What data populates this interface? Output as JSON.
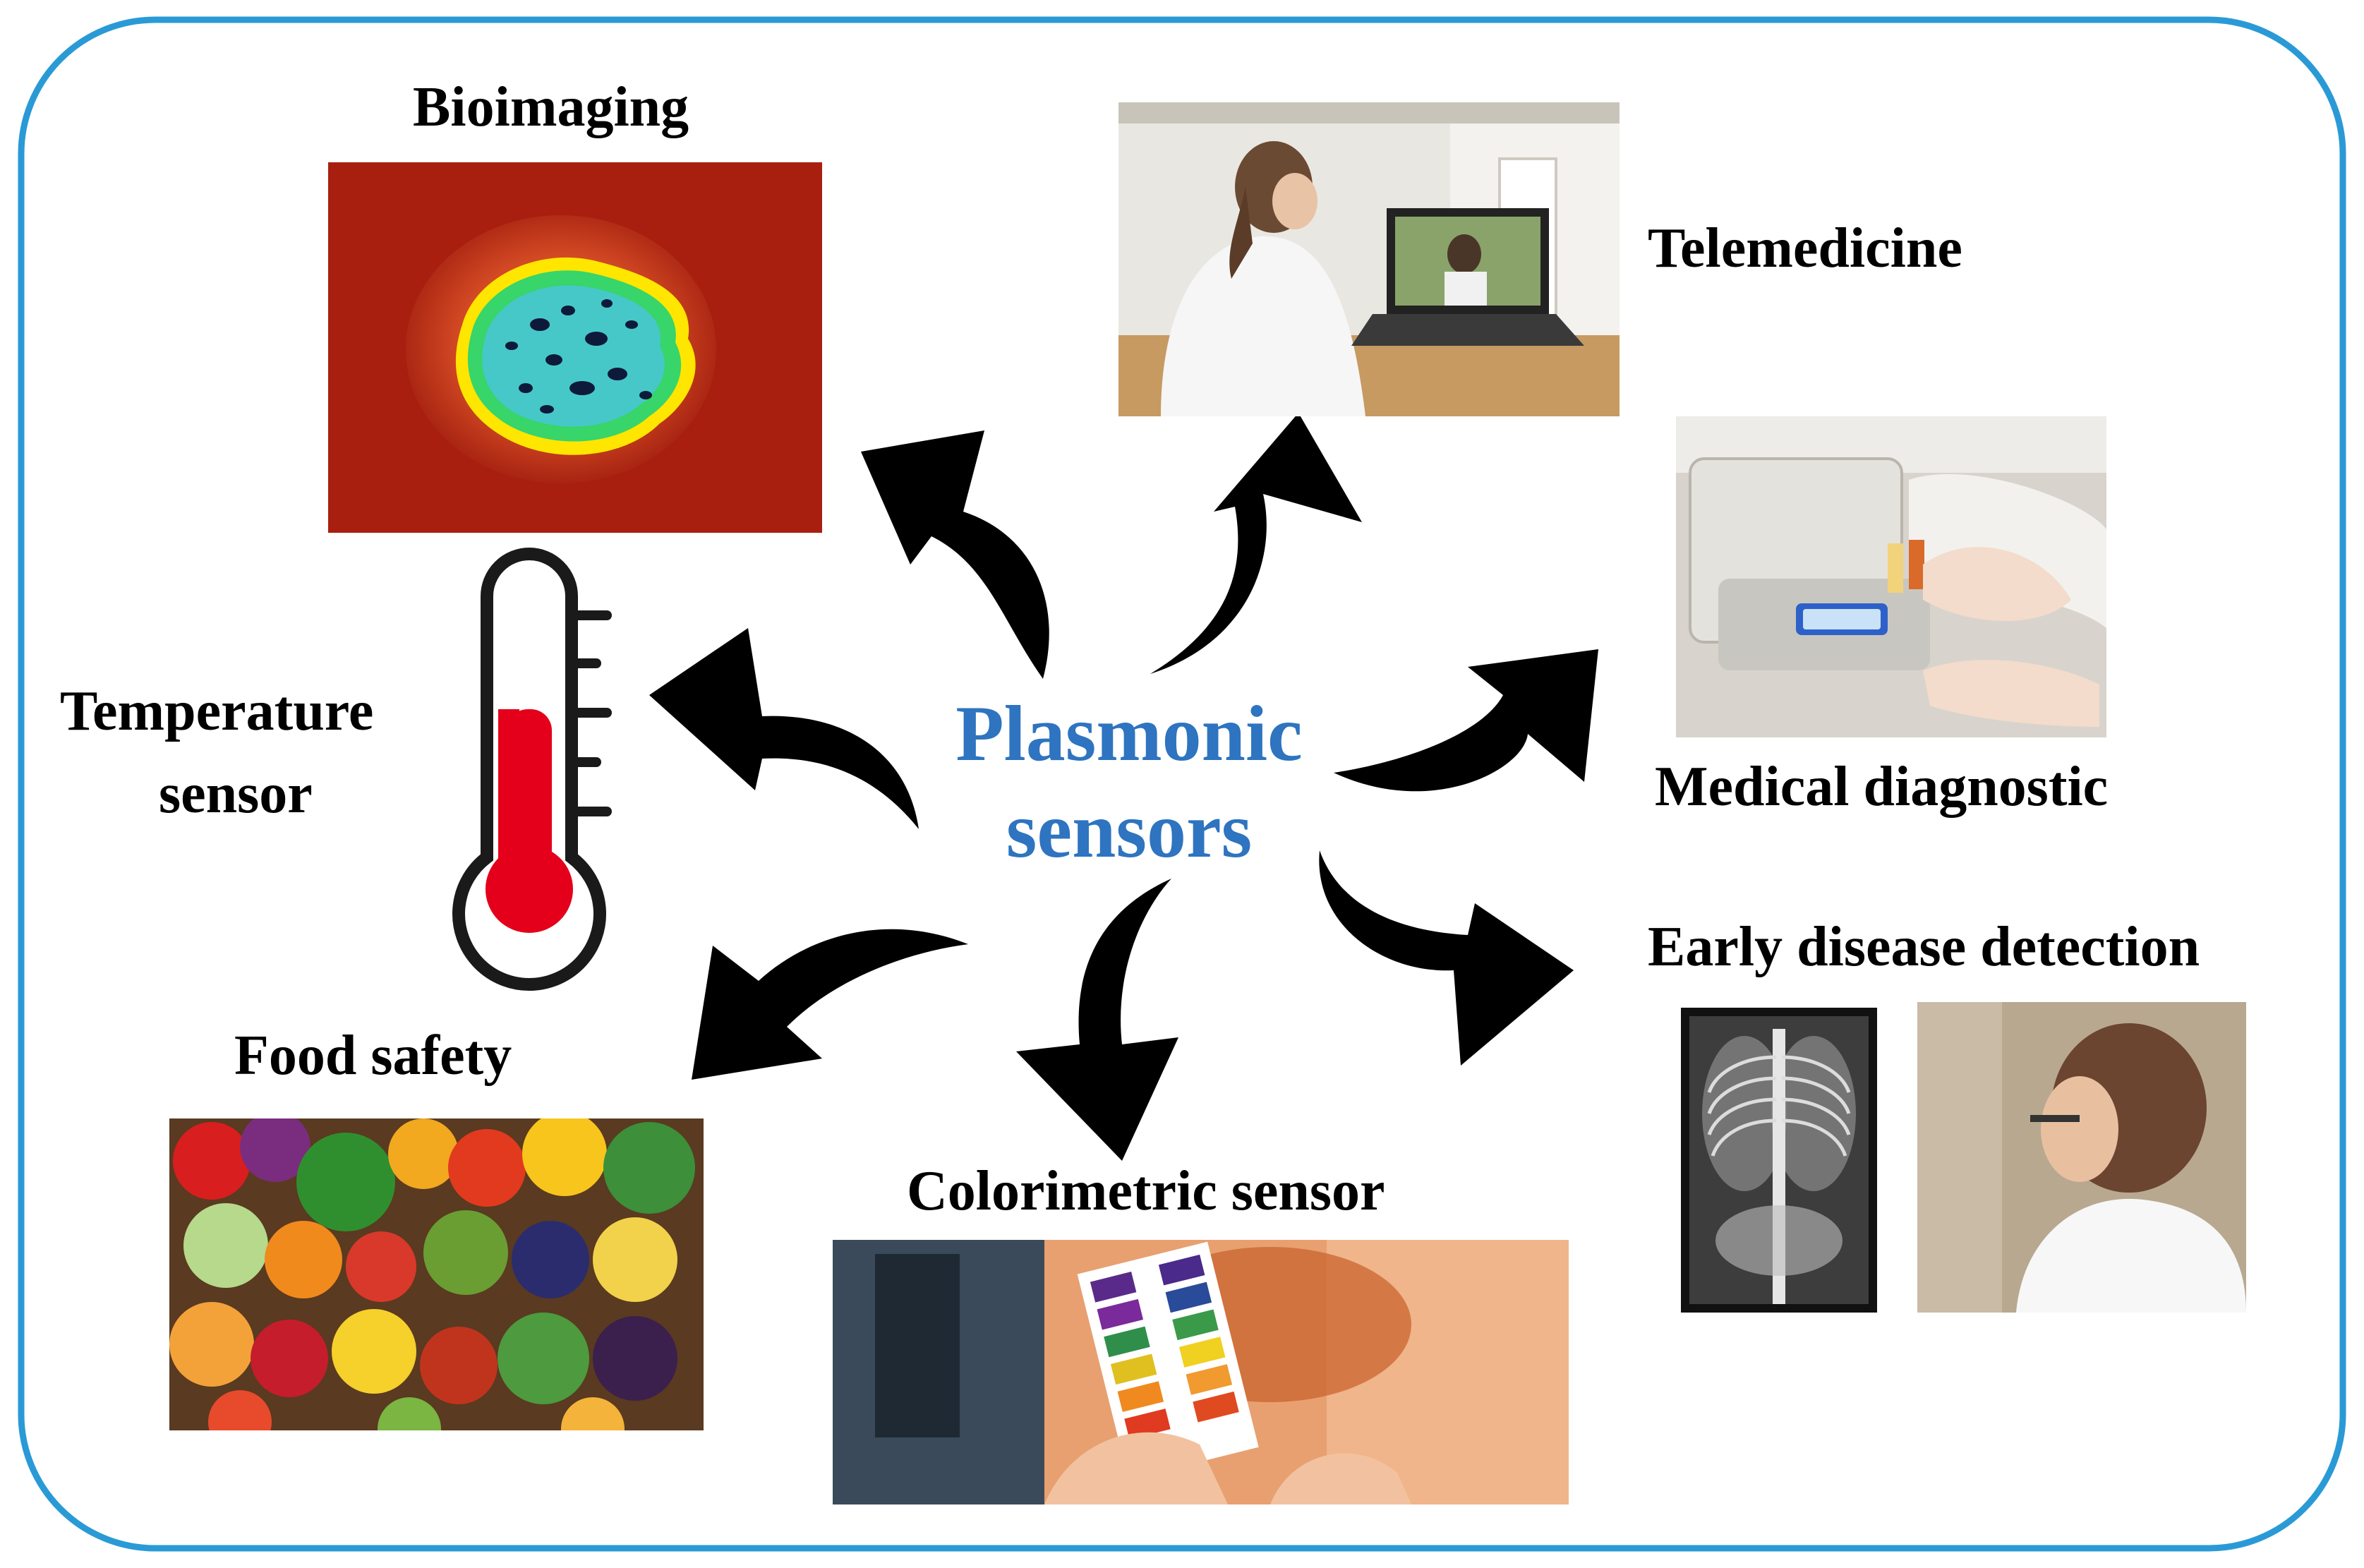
{
  "center": {
    "line1": "Plasmonic",
    "line2": "sensors"
  },
  "labels": {
    "bioimaging": "Bioimaging",
    "telemedicine": "Telemedicine",
    "temperature_line1": "Temperature",
    "temperature_line2": "sensor",
    "medical_diagnostic": "Medical diagnostic",
    "early_disease_detection": "Early disease detection",
    "food_safety": "Food safety",
    "colorimetric_sensor": "Colorimetric sensor"
  },
  "colors": {
    "frame": "#2a9ad6",
    "center_text": "#2e74c0",
    "arrow": "#000000",
    "thermometer_fill": "#e4001b"
  },
  "icons": {
    "arrows": "curved-arrow-icon",
    "thermometer": "thermometer-icon"
  }
}
